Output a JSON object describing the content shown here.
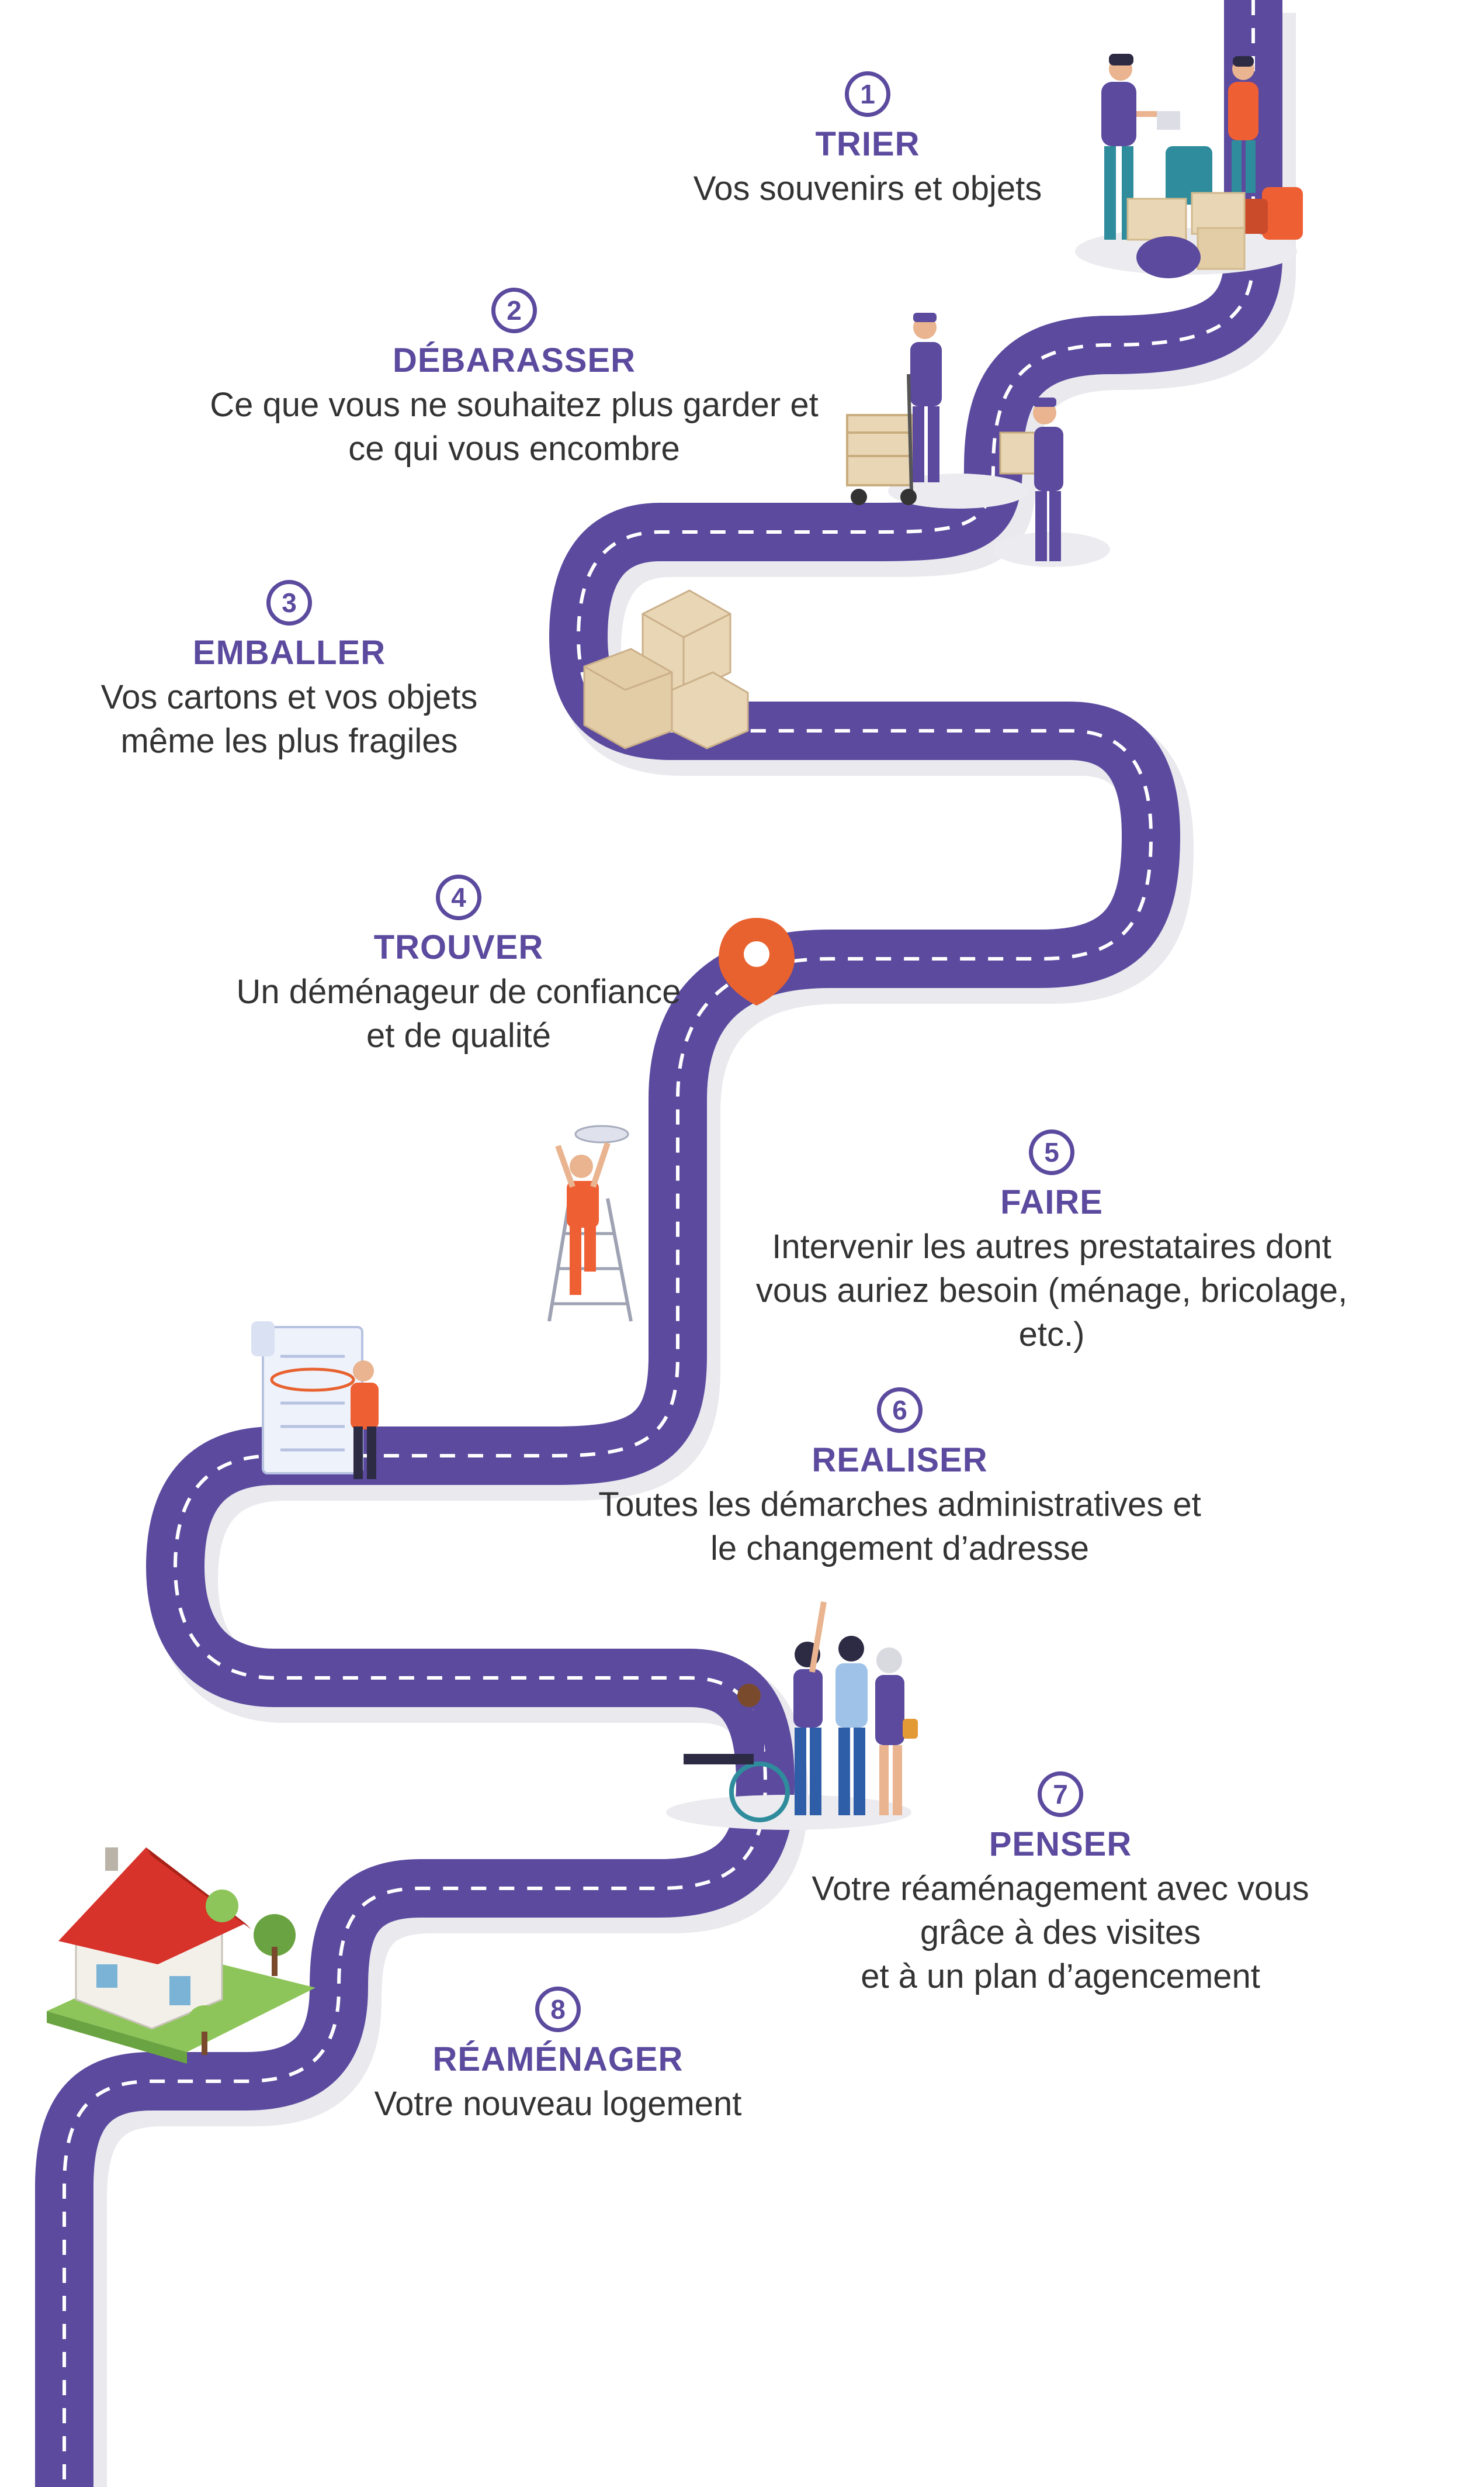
{
  "colors": {
    "road": "#5b4a9e",
    "road_shadow": "#e9e9ee",
    "road_dash": "#ffffff",
    "accent_text": "#5b4a9e",
    "body_text": "#333333",
    "pin": "#e8622f"
  },
  "steps": [
    {
      "number": "1",
      "title": "TRIER",
      "lines": [
        "Vos souvenirs et objets"
      ]
    },
    {
      "number": "2",
      "title": "DÉBARASSER",
      "lines": [
        "Ce que vous ne souhaitez plus garder et",
        "ce qui vous encombre"
      ]
    },
    {
      "number": "3",
      "title": "EMBALLER",
      "lines": [
        "Vos cartons et vos objets",
        "même les plus fragiles"
      ]
    },
    {
      "number": "4",
      "title": "TROUVER",
      "lines": [
        "Un déménageur de confiance",
        "et de qualité"
      ]
    },
    {
      "number": "5",
      "title": "FAIRE",
      "lines": [
        "Intervenir les autres prestataires dont",
        "vous auriez besoin (ménage, bricolage,",
        "etc.)"
      ]
    },
    {
      "number": "6",
      "title": "REALISER",
      "lines": [
        "Toutes les démarches administratives et",
        "le changement d’adresse"
      ]
    },
    {
      "number": "7",
      "title": "PENSER",
      "lines": [
        "Votre réaménagement avec vous",
        "grâce à des visites",
        "et à un plan d’agencement"
      ]
    },
    {
      "number": "8",
      "title": "RÉAMÉNAGER",
      "lines": [
        "Votre nouveau logement"
      ]
    }
  ],
  "icons": [
    "movers-sorting-icon",
    "hand-truck-mover-icon",
    "cardboard-boxes-icon",
    "location-pin-icon",
    "handyman-ladder-icon",
    "paperwork-checklist-icon",
    "happy-family-icon",
    "new-house-icon"
  ]
}
